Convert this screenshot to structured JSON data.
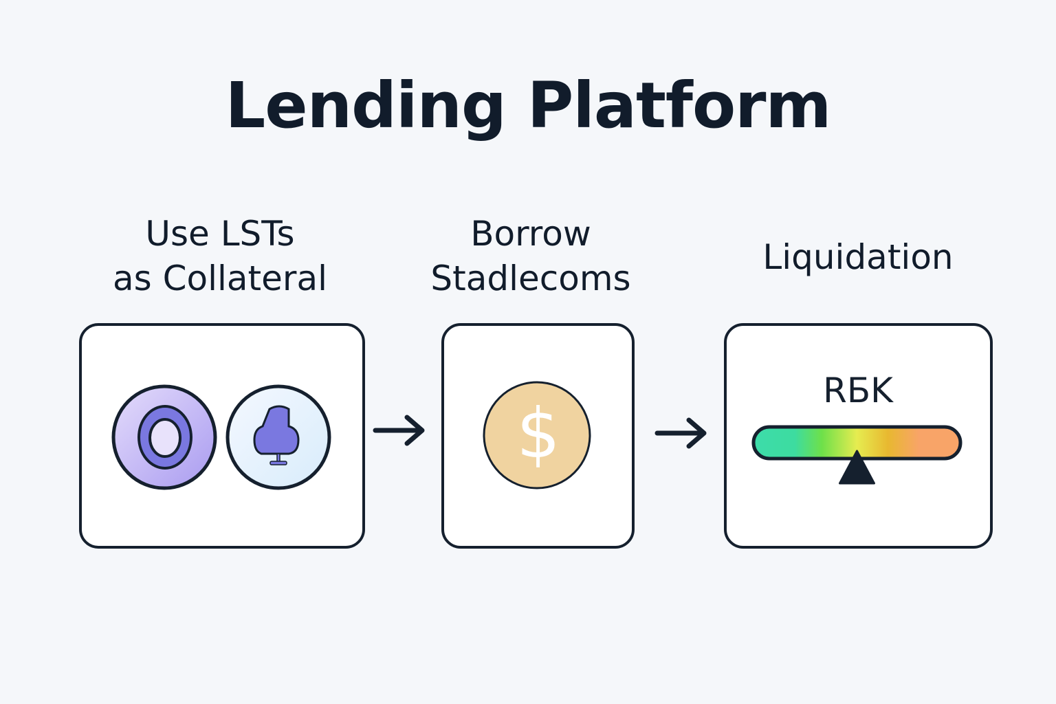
{
  "title": "Lending Platform",
  "steps": [
    {
      "label_line1": "Use LSTs",
      "label_line2": "as Collateral",
      "icons": [
        "lst-token-ring-icon",
        "lst-token-figure-icon"
      ]
    },
    {
      "label_line1": "Borrow",
      "label_line2": "Stadlecoms",
      "icons": [
        "dollar-coin-icon"
      ],
      "coin_symbol": "$"
    },
    {
      "label": "Liquidation",
      "gauge_label": "RБK",
      "gauge_value": 0.5
    }
  ],
  "colors": {
    "stroke": "#15202e",
    "lst1": "#b9a9f5",
    "lst2": "#e6f2fd",
    "accent": "#7a78e0",
    "coin": "#f0d3a0"
  }
}
